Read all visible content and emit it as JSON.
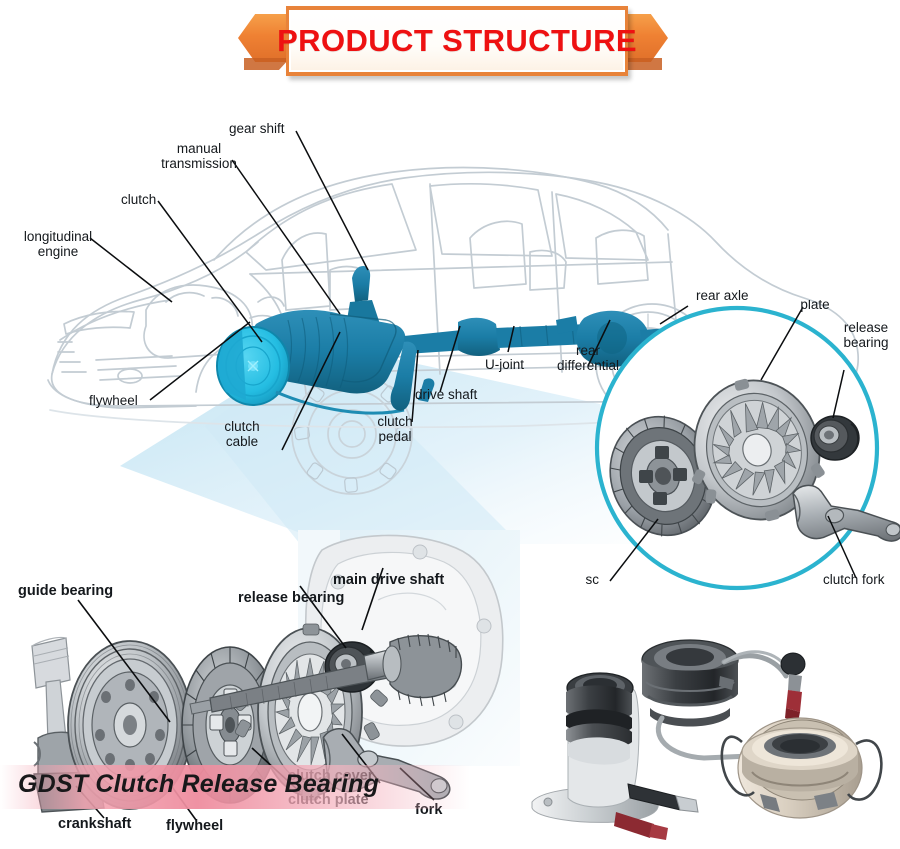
{
  "banner": {
    "title": "PRODUCT STRUCTURE",
    "accent_color": "#ee1111",
    "ribbon_color": "#ef8133"
  },
  "car_diagram": {
    "name": "manual transmission driveline cutaway",
    "highlight_color": "#1a7fa8",
    "clutch_housing_color": "#22b9e0",
    "body_line_color": "#c9d2d8",
    "labels": [
      {
        "id": "gear-shift",
        "text": "gear shift"
      },
      {
        "id": "manual-transmission",
        "text": "manual\ntransmission"
      },
      {
        "id": "clutch",
        "text": "clutch"
      },
      {
        "id": "longitudinal-engine",
        "text": "longitudinal\nengine"
      },
      {
        "id": "flywheel",
        "text": "flywheel"
      },
      {
        "id": "clutch-cable",
        "text": "clutch\ncable"
      },
      {
        "id": "clutch-pedal",
        "text": "clutch\npedal"
      },
      {
        "id": "drive-shaft",
        "text": "drive shaft"
      },
      {
        "id": "u-joint",
        "text": "U-joint"
      },
      {
        "id": "rear-differential",
        "text": "rear\ndifferential"
      },
      {
        "id": "rear-axle",
        "text": "rear axle"
      }
    ]
  },
  "clutch_inset": {
    "name": "clutch assembly detail circle",
    "ring_color": "#2bb3cf",
    "labels": [
      {
        "id": "pressure-plate",
        "text": "pressure\nplate"
      },
      {
        "id": "release-bearing",
        "text": "release\nbearing"
      },
      {
        "id": "clutch-disc",
        "text": "clutch disc"
      },
      {
        "id": "clutch-fork",
        "text": "clutch fork"
      }
    ]
  },
  "exploded_view": {
    "name": "clutch exploded assembly",
    "labels": [
      {
        "id": "guide-bearing",
        "text": "guide bearing"
      },
      {
        "id": "release-bearing",
        "text": "release bearing"
      },
      {
        "id": "main-drive-shaft",
        "text": "main drive shaft"
      },
      {
        "id": "crankshaft",
        "text": "crankshaft"
      },
      {
        "id": "flywheel",
        "text": "flywheel"
      },
      {
        "id": "clutch-plate",
        "text": "clutch plate"
      },
      {
        "id": "clutch-cover",
        "text": "clutch cover"
      },
      {
        "id": "fork",
        "text": "fork"
      }
    ]
  },
  "product_photo": {
    "caption": "GDST Clutch Release Bearing",
    "band_color": "#ee8c9e",
    "items": [
      {
        "id": "concentric-slave-cylinder",
        "text": "concentric slave cylinder bearing"
      },
      {
        "id": "hydraulic-release-bearing",
        "text": "hydraulic release bearing with line"
      },
      {
        "id": "clutch-release-bearing",
        "text": "clutch release bearing with clips"
      }
    ]
  }
}
